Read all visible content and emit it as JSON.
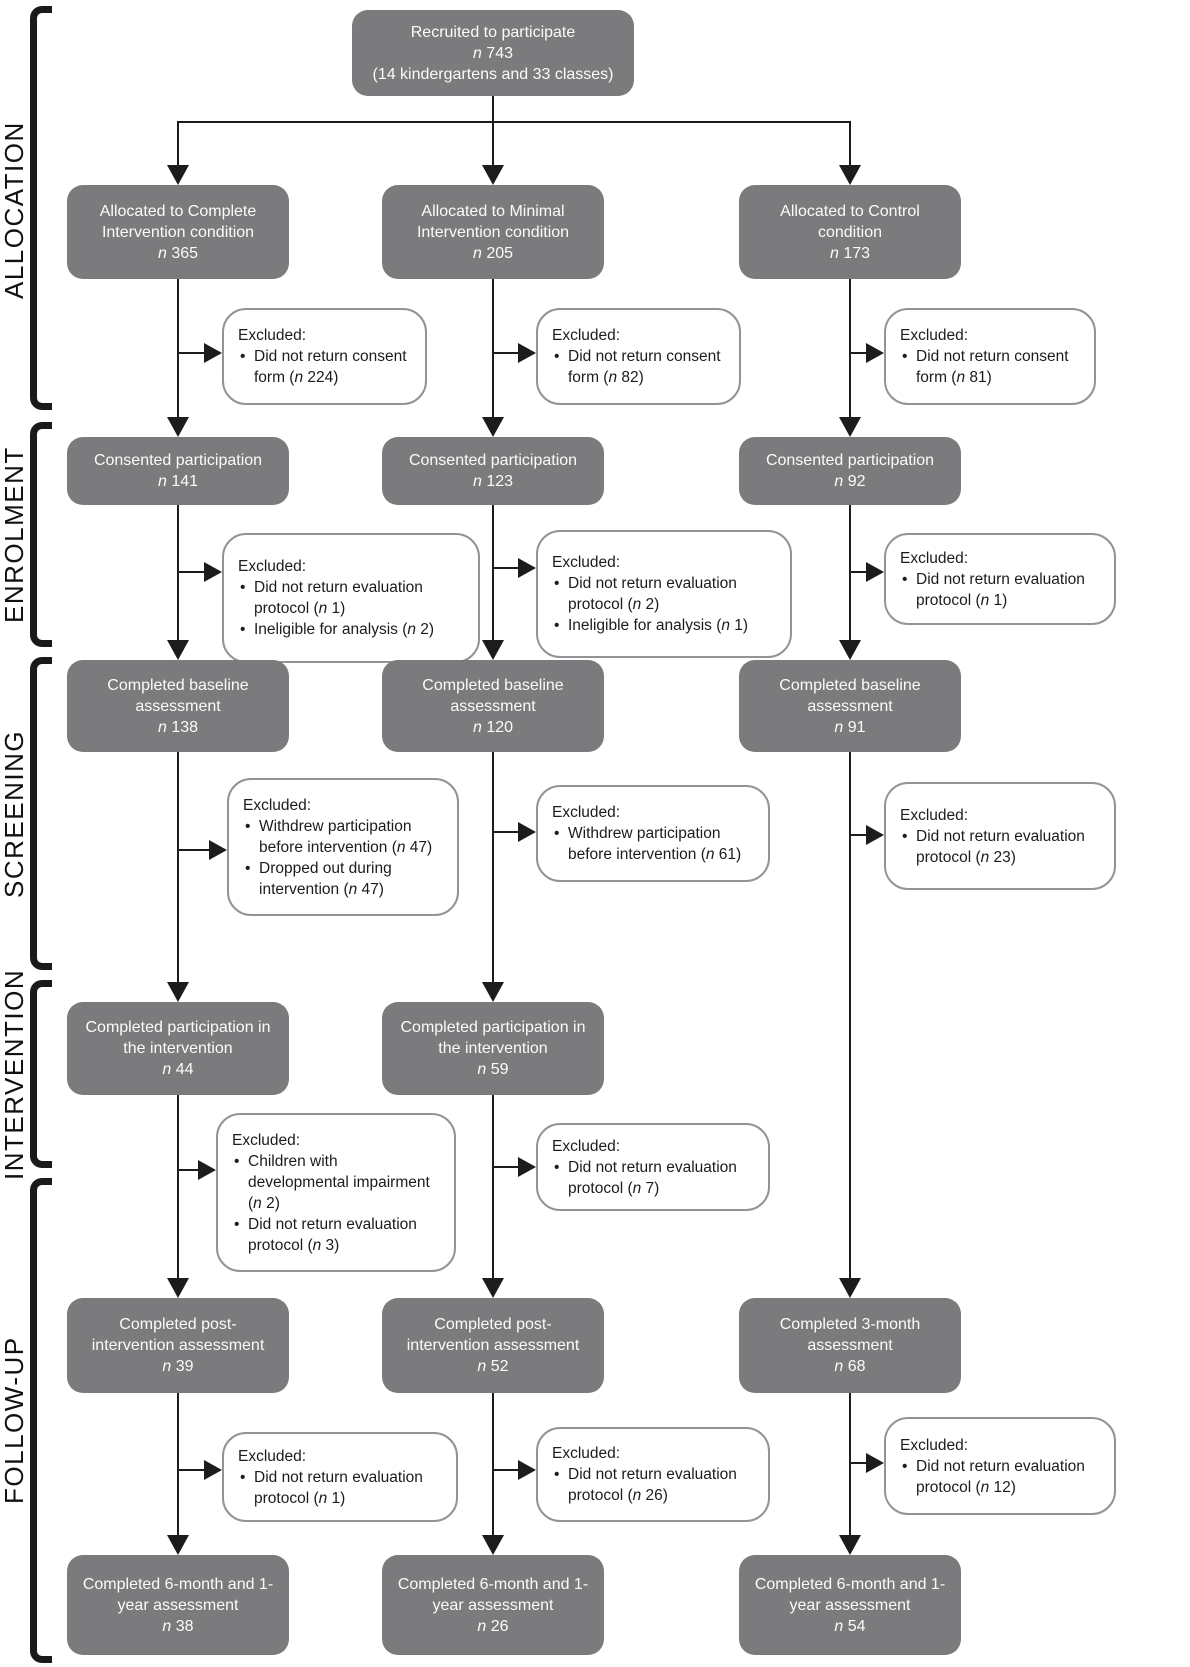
{
  "glyphs": {
    "bullet": "•"
  },
  "phases": [
    {
      "label": "ALLOCATION"
    },
    {
      "label": "ENROLMENT"
    },
    {
      "label": "SCREENING"
    },
    {
      "label": "INTERVENTION"
    },
    {
      "label": "FOLLOW-UP"
    }
  ],
  "top_box": {
    "text": "Recruited to participate",
    "n": [
      {
        "t": "n",
        "i": true
      },
      {
        "t": " 743",
        "i": false
      }
    ],
    "subtext": "(14 kindergartens and 33 classes)"
  },
  "boxes": {
    "alloc1": {
      "text": "Allocated to Complete Intervention condition",
      "n": [
        {
          "t": "n",
          "i": true
        },
        {
          "t": " 365",
          "i": false
        }
      ]
    },
    "alloc2": {
      "text": "Allocated to Minimal Intervention condition",
      "n": [
        {
          "t": "n",
          "i": true
        },
        {
          "t": " 205",
          "i": false
        }
      ]
    },
    "alloc3": {
      "text": "Allocated to Control condition",
      "n": [
        {
          "t": "n",
          "i": true
        },
        {
          "t": " 173",
          "i": false
        }
      ]
    },
    "consent1": {
      "text": "Consented participation",
      "n": [
        {
          "t": "n",
          "i": true
        },
        {
          "t": " 141",
          "i": false
        }
      ]
    },
    "consent2": {
      "text": "Consented participation",
      "n": [
        {
          "t": "n",
          "i": true
        },
        {
          "t": " 123",
          "i": false
        }
      ]
    },
    "consent3": {
      "text": "Consented participation",
      "n": [
        {
          "t": "n",
          "i": true
        },
        {
          "t": " 92",
          "i": false
        }
      ]
    },
    "baseline1": {
      "text": "Completed baseline assessment",
      "n": [
        {
          "t": "n",
          "i": true
        },
        {
          "t": " 138",
          "i": false
        }
      ]
    },
    "baseline2": {
      "text": "Completed baseline assessment",
      "n": [
        {
          "t": "n",
          "i": true
        },
        {
          "t": " 120",
          "i": false
        }
      ]
    },
    "baseline3": {
      "text": "Completed baseline assessment",
      "n": [
        {
          "t": "n",
          "i": true
        },
        {
          "t": " 91",
          "i": false
        }
      ]
    },
    "particip1": {
      "text": "Completed participation in the intervention",
      "n": [
        {
          "t": "n",
          "i": true
        },
        {
          "t": " 44",
          "i": false
        }
      ]
    },
    "particip2": {
      "text": "Completed participation in the intervention",
      "n": [
        {
          "t": "n",
          "i": true
        },
        {
          "t": " 59",
          "i": false
        }
      ]
    },
    "post1": {
      "text": "Completed post-intervention assessment",
      "n": [
        {
          "t": "n",
          "i": true
        },
        {
          "t": " 39",
          "i": false
        }
      ]
    },
    "post2": {
      "text": "Completed post-intervention assessment",
      "n": [
        {
          "t": "n",
          "i": true
        },
        {
          "t": " 52",
          "i": false
        }
      ]
    },
    "month3": {
      "text": "Completed 3-month assessment",
      "n": [
        {
          "t": "n",
          "i": true
        },
        {
          "t": " 68",
          "i": false
        }
      ]
    },
    "final1": {
      "text": "Completed 6-month and 1-year assessment",
      "n": [
        {
          "t": "n",
          "i": true
        },
        {
          "t": " 38",
          "i": false
        }
      ]
    },
    "final2": {
      "text": "Completed 6-month and 1-year assessment",
      "n": [
        {
          "t": "n",
          "i": true
        },
        {
          "t": " 26",
          "i": false
        }
      ]
    },
    "final3": {
      "text": "Completed 6-month and 1-year assessment",
      "n": [
        {
          "t": "n",
          "i": true
        },
        {
          "t": " 54",
          "i": false
        }
      ]
    }
  },
  "excluded": {
    "e1a": {
      "title": "Excluded:",
      "items": [
        [
          {
            "t": "Did not return consent form (",
            "i": false
          },
          {
            "t": "n",
            "i": true
          },
          {
            "t": " 224)",
            "i": false
          }
        ]
      ]
    },
    "e1b": {
      "title": "Excluded:",
      "items": [
        [
          {
            "t": "Did not return consent form (",
            "i": false
          },
          {
            "t": "n",
            "i": true
          },
          {
            "t": " 82)",
            "i": false
          }
        ]
      ]
    },
    "e1c": {
      "title": "Excluded:",
      "items": [
        [
          {
            "t": "Did not return consent form (",
            "i": false
          },
          {
            "t": "n",
            "i": true
          },
          {
            "t": " 81)",
            "i": false
          }
        ]
      ]
    },
    "e2a": {
      "title": "Excluded:",
      "items": [
        [
          {
            "t": "Did not return evaluation protocol (",
            "i": false
          },
          {
            "t": "n",
            "i": true
          },
          {
            "t": " 1)",
            "i": false
          }
        ],
        [
          {
            "t": "Ineligible for analysis (",
            "i": false
          },
          {
            "t": "n",
            "i": true
          },
          {
            "t": " 2)",
            "i": false
          }
        ]
      ]
    },
    "e2b": {
      "title": "Excluded:",
      "items": [
        [
          {
            "t": "Did not return evaluation protocol (",
            "i": false
          },
          {
            "t": "n",
            "i": true
          },
          {
            "t": " 2)",
            "i": false
          }
        ],
        [
          {
            "t": "Ineligible for analysis (",
            "i": false
          },
          {
            "t": "n",
            "i": true
          },
          {
            "t": " 1)",
            "i": false
          }
        ]
      ]
    },
    "e2c": {
      "title": "Excluded:",
      "items": [
        [
          {
            "t": "Did not return evaluation protocol (",
            "i": false
          },
          {
            "t": "n",
            "i": true
          },
          {
            "t": " 1)",
            "i": false
          }
        ]
      ]
    },
    "e3a": {
      "title": "Excluded:",
      "items": [
        [
          {
            "t": "Withdrew participation before intervention (",
            "i": false
          },
          {
            "t": "n",
            "i": true
          },
          {
            "t": " 47)",
            "i": false
          }
        ],
        [
          {
            "t": "Dropped out during intervention (",
            "i": false
          },
          {
            "t": "n",
            "i": true
          },
          {
            "t": " 47)",
            "i": false
          }
        ]
      ]
    },
    "e3b": {
      "title": "Excluded:",
      "items": [
        [
          {
            "t": "Withdrew participation before intervention (",
            "i": false
          },
          {
            "t": "n",
            "i": true
          },
          {
            "t": " 61)",
            "i": false
          }
        ]
      ]
    },
    "e3c": {
      "title": "Excluded:",
      "items": [
        [
          {
            "t": "Did not return evaluation protocol (",
            "i": false
          },
          {
            "t": "n",
            "i": true
          },
          {
            "t": " 23)",
            "i": false
          }
        ]
      ]
    },
    "e4a": {
      "title": "Excluded:",
      "items": [
        [
          {
            "t": "Children with developmental impairment (",
            "i": false
          },
          {
            "t": "n",
            "i": true
          },
          {
            "t": " 2)",
            "i": false
          }
        ],
        [
          {
            "t": "Did not return evaluation protocol (",
            "i": false
          },
          {
            "t": "n",
            "i": true
          },
          {
            "t": " 3)",
            "i": false
          }
        ]
      ]
    },
    "e4b": {
      "title": "Excluded:",
      "items": [
        [
          {
            "t": "Did not return evaluation protocol (",
            "i": false
          },
          {
            "t": "n",
            "i": true
          },
          {
            "t": " 7)",
            "i": false
          }
        ]
      ]
    },
    "e5a": {
      "title": "Excluded:",
      "items": [
        [
          {
            "t": "Did not return evaluation protocol (",
            "i": false
          },
          {
            "t": "n",
            "i": true
          },
          {
            "t": " 1)",
            "i": false
          }
        ]
      ]
    },
    "e5b": {
      "title": "Excluded:",
      "items": [
        [
          {
            "t": "Did not return evaluation protocol (",
            "i": false
          },
          {
            "t": "n",
            "i": true
          },
          {
            "t": " 26)",
            "i": false
          }
        ]
      ]
    },
    "e5c": {
      "title": "Excluded:",
      "items": [
        [
          {
            "t": "Did not return evaluation protocol (",
            "i": false
          },
          {
            "t": "n",
            "i": true
          },
          {
            "t": " 12)",
            "i": false
          }
        ]
      ]
    }
  }
}
